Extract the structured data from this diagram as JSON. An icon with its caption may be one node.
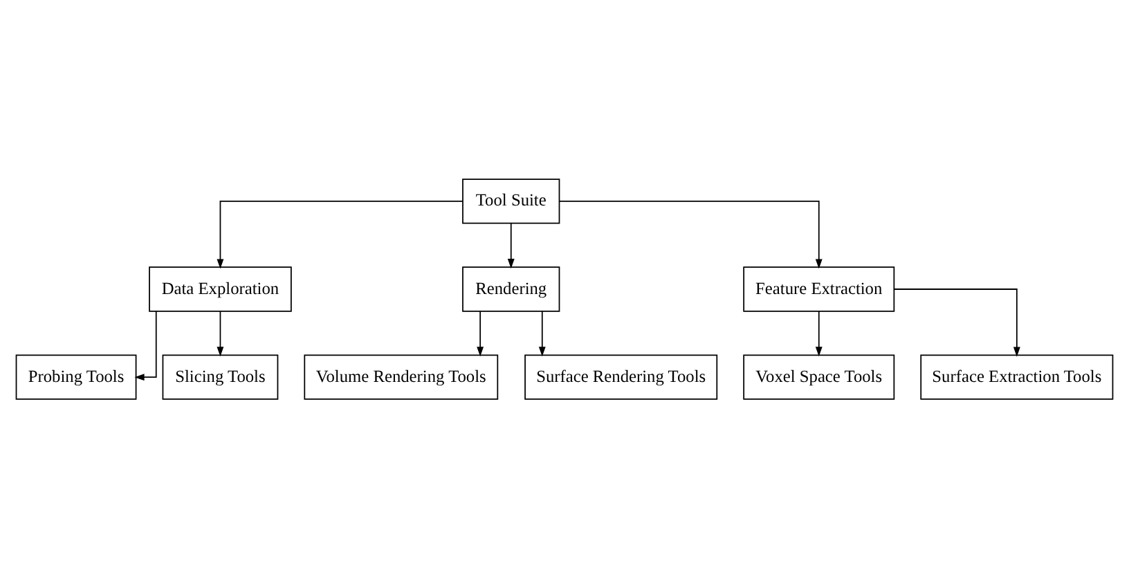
{
  "diagram": {
    "nodes": [
      {
        "text": [
          "Tool Suite"
        ]
      },
      {
        "text": [
          "Data Exploration"
        ]
      },
      {
        "text": [
          "Rendering"
        ]
      },
      {
        "text": [
          "Feature Extraction"
        ]
      },
      {
        "text": [
          "Probing Tools"
        ]
      },
      {
        "text": [
          "Slicing Tools"
        ]
      },
      {
        "text": [
          "Volume Rendering Tools"
        ]
      },
      {
        "text": [
          "Surface Rendering Tools"
        ]
      },
      {
        "text": [
          "Voxel Space Tools"
        ]
      },
      {
        "text": [
          "Surface Extraction Tools"
        ]
      }
    ],
    "edges": [
      {
        "from": 0,
        "to": 1,
        "arrow": "to"
      },
      {
        "from": 0,
        "to": 2,
        "arrow": "to"
      },
      {
        "from": 0,
        "to": 3,
        "arrow": "to"
      },
      {
        "from": 1,
        "to": 4,
        "arrow": "to"
      },
      {
        "from": 1,
        "to": 5,
        "arrow": "to"
      },
      {
        "from": 2,
        "to": 6,
        "arrow": "to"
      },
      {
        "from": 2,
        "to": 7,
        "arrow": "to"
      },
      {
        "from": 3,
        "to": 8,
        "arrow": "to"
      },
      {
        "from": 3,
        "to": 9,
        "arrow": "to"
      }
    ]
  }
}
